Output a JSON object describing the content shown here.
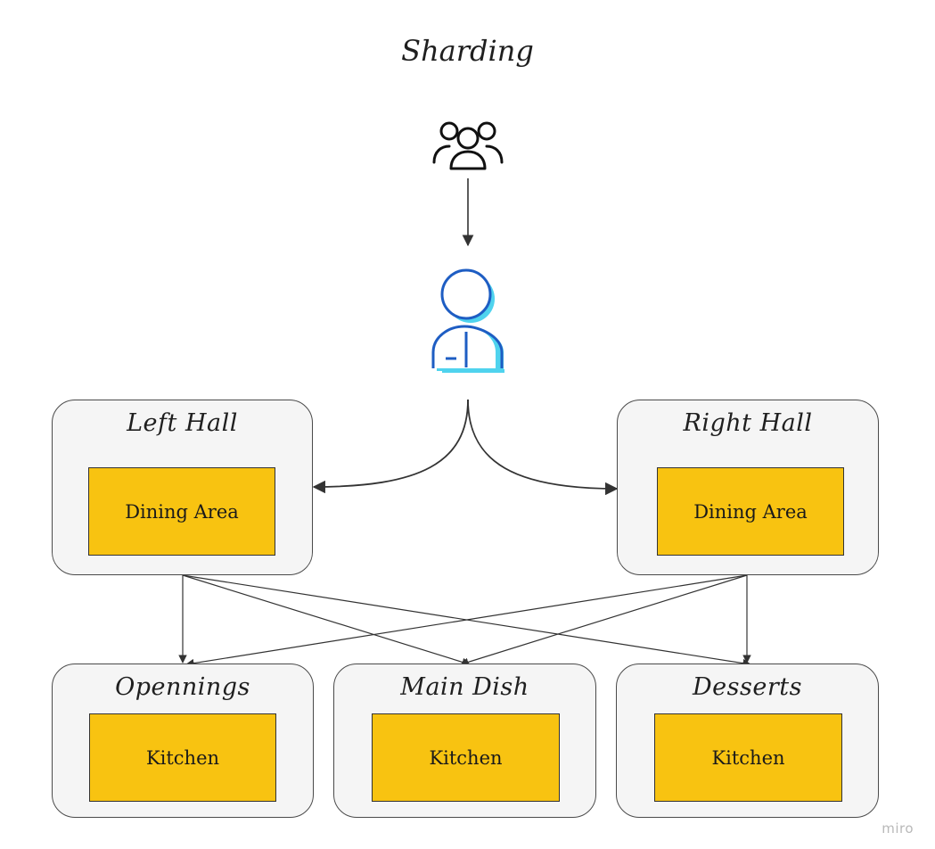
{
  "title": "Sharding",
  "icons": {
    "users": "users-group-icon",
    "host": "host-person-icon",
    "host_colors": {
      "outline": "#1e5dc3",
      "shadow": "#4fd3ee"
    }
  },
  "halls": [
    {
      "label": "Left Hall",
      "area": "Dining Area"
    },
    {
      "label": "Right Hall",
      "area": "Dining Area"
    }
  ],
  "kitchens": [
    {
      "label": "Opennings",
      "area": "Kitchen"
    },
    {
      "label": "Main Dish",
      "area": "Kitchen"
    },
    {
      "label": "Desserts",
      "area": "Kitchen"
    }
  ],
  "colors": {
    "card_bg": "#f5f5f5",
    "area_fill": "#f8c311",
    "line": "#333333"
  },
  "watermark": "miro"
}
